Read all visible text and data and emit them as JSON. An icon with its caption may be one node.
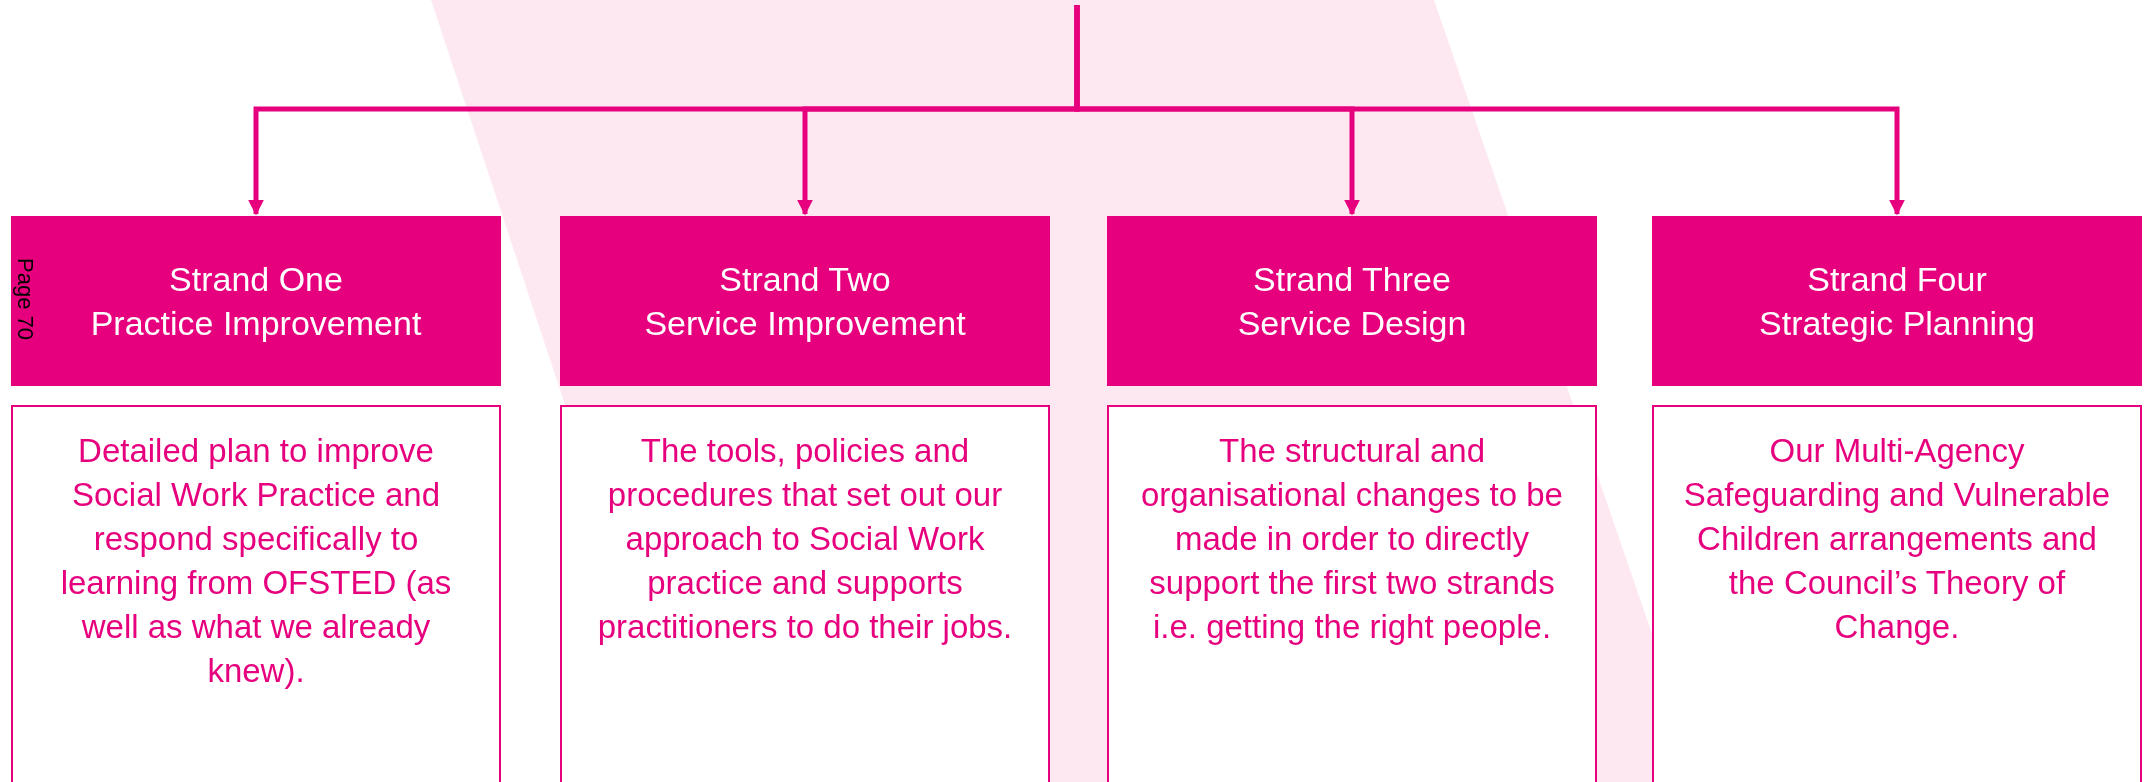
{
  "diagram": {
    "nodes": [
      {
        "text": [
          "Strand One",
          "Practice Improvement"
        ]
      },
      {
        "text": [
          "Strand Two",
          "Service Improvement"
        ]
      },
      {
        "text": [
          "Strand Three",
          "Service Design"
        ]
      },
      {
        "text": [
          "Strand Four",
          "Strategic Planning"
        ]
      },
      {
        "text": [
          "Detailed plan to improve Social Work Practice and respond specifically to learning from OFSTED (as well as what we already knew)."
        ]
      },
      {
        "text": [
          "The tools, policies and procedures that set out our approach to Social Work practice and supports practitioners to do their jobs."
        ]
      },
      {
        "text": [
          "The structural and organisational changes to be made in order to directly support the first two strands i.e. getting the right people."
        ]
      },
      {
        "text": [
          "Our Multi-Agency Safeguarding and Vulnerable Children arrangements and the Council’s Theory of Change."
        ]
      }
    ],
    "edges": [
      {
        "from": null,
        "to": 0,
        "arrow": "to"
      },
      {
        "from": null,
        "to": 1,
        "arrow": "to"
      },
      {
        "from": null,
        "to": 2,
        "arrow": "to"
      },
      {
        "from": null,
        "to": 3,
        "arrow": "to"
      }
    ],
    "labels": [
      "Page 70"
    ]
  }
}
